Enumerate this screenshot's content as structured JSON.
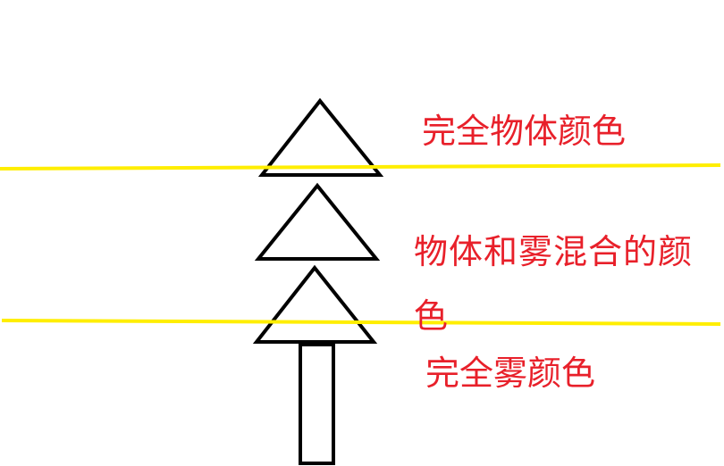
{
  "colors": {
    "background": "#ffffff",
    "fog_boundary": "#ffee00",
    "label_text": "#e8202a",
    "tree_stroke": "#000000"
  },
  "labels": {
    "full_object_color": "完全物体颜色",
    "mixed_color": "物体和雾混合的颜色",
    "full_fog_color": "完全雾颜色"
  }
}
